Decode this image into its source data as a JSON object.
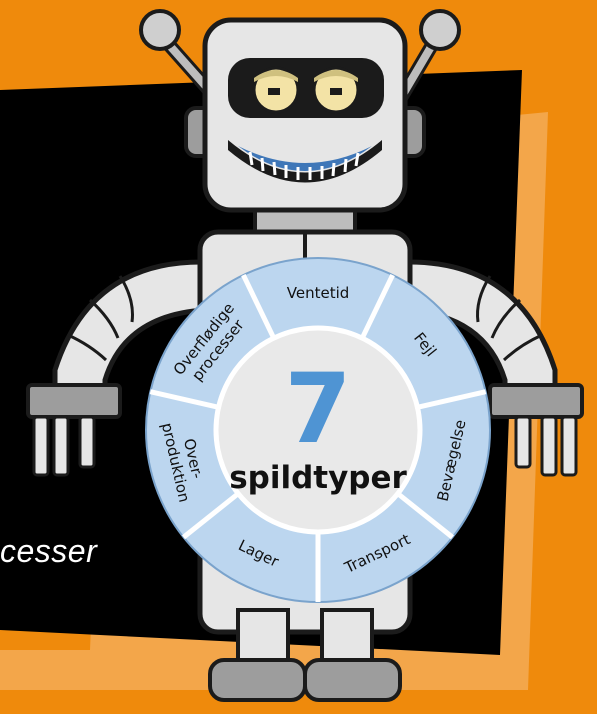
{
  "caption": "cesser",
  "wheel": {
    "number": "7",
    "title": "spildtyper",
    "segments": [
      {
        "label": "Ventetid"
      },
      {
        "label": "Fejl"
      },
      {
        "label": "Bevægelse"
      },
      {
        "label": "Transport"
      },
      {
        "label": "Lager"
      },
      {
        "label": "Over-",
        "label2": "produktion"
      },
      {
        "label": "Overflødige",
        "label2": "processer"
      }
    ]
  },
  "colors": {
    "background": "#ef8a0c",
    "panel": "#000000",
    "wheel_segment": "#bcd6ef",
    "wheel_center": "#e9e9e9",
    "number": "#4f94d3",
    "robot_metal": "#e6e6e6",
    "robot_dark": "#777777"
  },
  "icons": [
    "robot-illustration"
  ]
}
